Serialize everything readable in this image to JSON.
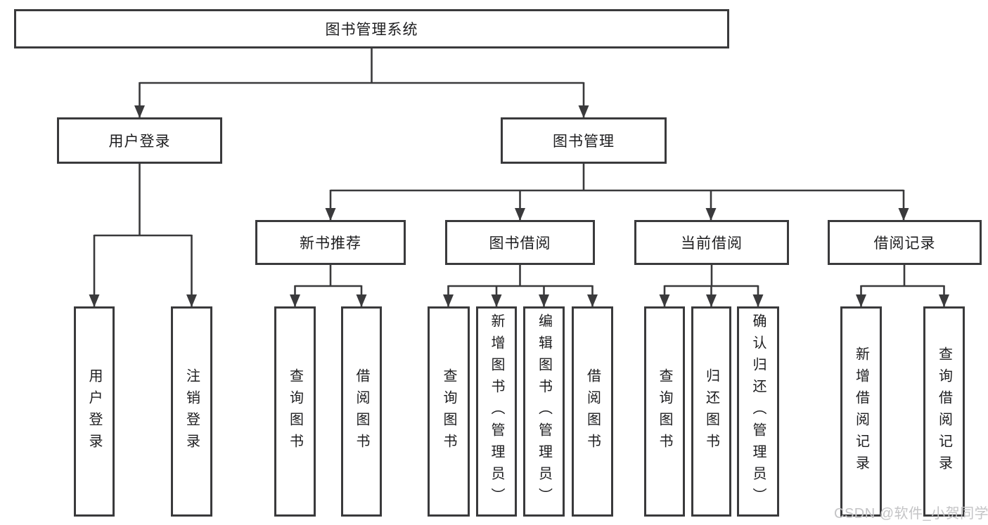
{
  "diagram": {
    "tree": {
      "label": "图书管理系统",
      "children": [
        {
          "label": "用户登录",
          "children": [
            {
              "label": "用户登录"
            },
            {
              "label": "注销登录"
            }
          ]
        },
        {
          "label": "图书管理",
          "children": [
            {
              "label": "新书推荐",
              "children": [
                {
                  "label": "查询图书"
                },
                {
                  "label": "借阅图书"
                }
              ]
            },
            {
              "label": "图书借阅",
              "children": [
                {
                  "label": "查询图书"
                },
                {
                  "label": "新增图书（管理员）"
                },
                {
                  "label": "编辑图书（管理员）"
                },
                {
                  "label": "借阅图书"
                }
              ]
            },
            {
              "label": "当前借阅",
              "children": [
                {
                  "label": "查询图书"
                },
                {
                  "label": "归还图书"
                },
                {
                  "label": "确认归还（管理员）"
                }
              ]
            },
            {
              "label": "借阅记录",
              "children": [
                {
                  "label": "新增借阅记录"
                },
                {
                  "label": "查询借阅记录"
                }
              ]
            }
          ]
        }
      ]
    },
    "colors": {
      "line": "#3a3a3c",
      "text": "#1d1d1f",
      "background": "#ffffff",
      "watermark": "#c4c4c6"
    }
  },
  "watermark": {
    "text": "CSDN @软件_小贺同学"
  }
}
